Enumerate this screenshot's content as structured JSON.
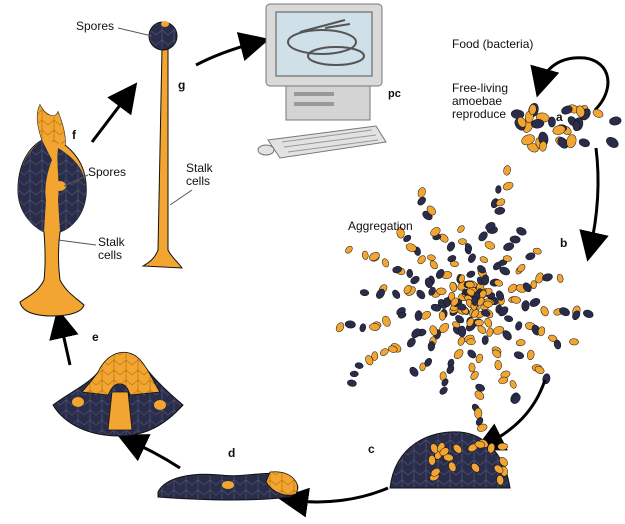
{
  "labels": {
    "food": "Food (bacteria)",
    "free_living": "Free-living\namoebae\nreproduce",
    "aggregation": "Aggregation",
    "spores_top": "Spores",
    "stalk_right": "Stalk\ncells",
    "spores_left": "Spores",
    "stalk_left": "Stalk\ncells",
    "pc": "pc"
  },
  "steps": {
    "a": "a",
    "b": "b",
    "c": "c",
    "d": "d",
    "e": "e",
    "f": "f",
    "g": "g"
  },
  "colors": {
    "amoeba_dark": "#2a2d4a",
    "amoeba_orange": "#f2a531",
    "arrow": "#000000",
    "monitor": "#d9d9d9"
  },
  "icons": {
    "computer": "computer-icon",
    "cycle_arrow": "curved-arrow-icon"
  }
}
